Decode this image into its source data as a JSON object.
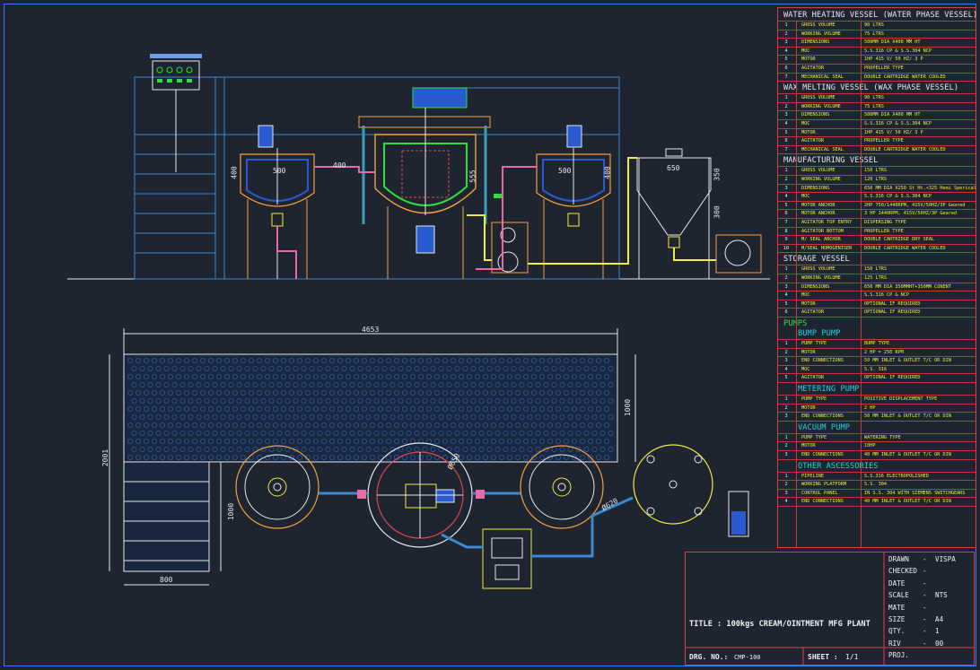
{
  "spec_tables": [
    {
      "title": "WATER HEATING VESSEL (WATER PHASE VESSEL)",
      "kind": "vessel",
      "rows": [
        [
          "1",
          "GROSS VOLUME",
          "90 LTRS"
        ],
        [
          "2",
          "WORKING VOLUME",
          "75 LTRS"
        ],
        [
          "3",
          "DIMENSIONS",
          "500MM DIA X400 MM HT"
        ],
        [
          "4",
          "MOC",
          "S.S.316 CP & S.S.304 NCP"
        ],
        [
          "5",
          "MOTOR",
          "1HP 415 V/ 50 HZ/ 3 P"
        ],
        [
          "6",
          "AGITATOR",
          "PROPELLER TYPE"
        ],
        [
          "7",
          "MECHANICAL SEAL",
          "DOUBLE CARTRIDGE WATER COOLED"
        ]
      ]
    },
    {
      "title": "WAX MELTING VESSEL (WAX PHASE VESSEL)",
      "kind": "vessel",
      "rows": [
        [
          "1",
          "GROSS VOLUME",
          "90 LTRS"
        ],
        [
          "2",
          "WORKING VOLUME",
          "75 LTRS"
        ],
        [
          "3",
          "DIMENSIONS",
          "500MM DIA X400 MM HT"
        ],
        [
          "4",
          "MOC",
          "S.S.316 CP & S.S.304 NCP"
        ],
        [
          "5",
          "MOTOR",
          "1HP 415 V/ 50 HZ/ 3 P"
        ],
        [
          "6",
          "AGITATOR",
          "PROPELLER TYPE"
        ],
        [
          "7",
          "MECHANICAL SEAL",
          "DOUBLE CARTRIDGE WATER COOLED"
        ]
      ]
    },
    {
      "title": "MANUFACTURING VESSEL",
      "kind": "vessel",
      "rows": [
        [
          "1",
          "GROSS VOLUME",
          "150 LTRS"
        ],
        [
          "2",
          "WORKING VOLUME",
          "120 LTRS"
        ],
        [
          "3",
          "DIMENSIONS",
          "650 MM DIA X250 St Ht.+325 Hemi Sperical"
        ],
        [
          "4",
          "MOC",
          "S.S.316 CP & S.S.304 NCP"
        ],
        [
          "5",
          "MOTOR ANCHOR",
          "2HP 750/1440RPM, 415V/50HZ/3P Geared"
        ],
        [
          "6",
          "MOTOR ANCHOR",
          "3 HP 1440RPM, 415V/50HZ/3P Geared"
        ],
        [
          "7",
          "AGITATOR TOP ENTRY",
          "DISPERSING TYPE"
        ],
        [
          "8",
          "AGITATOR BOTTOM",
          "PROPELLER TYPE"
        ],
        [
          "9",
          "M/ SEAL ANCHOR",
          "DOUBLE CARTRIDGE DRY SEAL"
        ],
        [
          "10",
          "M/SEAL HOMOGENISER",
          "DOUBLE CARTRIDGE WATER COOLED"
        ]
      ]
    },
    {
      "title": "STORAGE VESSEL",
      "kind": "vessel",
      "rows": [
        [
          "1",
          "GROSS VOLUME",
          "150 LTRS"
        ],
        [
          "2",
          "WORKING VOLUME",
          "125 LTRS"
        ],
        [
          "3",
          "DIMENSIONS",
          "650 MM DIA 350MMHT+350MM CONENT"
        ],
        [
          "4",
          "MOC",
          "S.S.316 CP & NCP"
        ],
        [
          "5",
          "MOTOR",
          "OPTIONAL IF REQUIRED"
        ],
        [
          "6",
          "AGITATOR",
          "OPTIONAL IF REQUIRED"
        ]
      ]
    },
    {
      "title": "PUMPS",
      "kind": "pump",
      "rows": []
    },
    {
      "title": "BUMP PUMP",
      "kind": "sub",
      "rows": [
        [
          "1",
          "PUMP TYPE",
          "BUMP TYPE"
        ],
        [
          "2",
          "MOTOR",
          "2 HP = 250 RPM"
        ],
        [
          "3",
          "END CONNECTIONS",
          "50 MM INLET & OUTLET T/C OR DIN"
        ],
        [
          "4",
          "MOC",
          "S.S. 316"
        ],
        [
          "5",
          "AGITATOR",
          "OPTIONAL IF REQUIRED"
        ]
      ]
    },
    {
      "title": "METERING PUMP",
      "kind": "sub",
      "rows": [
        [
          "1",
          "PUMP TYPE",
          "POSITIVE DISPLACEMENT TYPE"
        ],
        [
          "2",
          "MOTOR",
          "2 HP"
        ],
        [
          "3",
          "END CONNECTIONS",
          "50 MM INLET & OUTLET T/C OR DIN"
        ]
      ]
    },
    {
      "title": "VACUUM PUMP",
      "kind": "sub",
      "rows": [
        [
          "1",
          "PUMP TYPE",
          "WATERING TYPE"
        ],
        [
          "2",
          "MOTOR",
          "10HP"
        ],
        [
          "3",
          "END CONNECTIONS",
          "40 MM INLET & OUTLET T/C OR DIN"
        ]
      ]
    },
    {
      "title": "OTHER ASCESSORIES",
      "kind": "sub",
      "rows": [
        [
          "1",
          "PIPELINE",
          "S.S.316 ELECTROPOLISHED"
        ],
        [
          "2",
          "WORKING PLATFORM",
          "S.S. 304"
        ],
        [
          "3",
          "CONTROL PANEL",
          "IN S.S. 304 WITH SIEMENS SWITCHGEARS"
        ],
        [
          "4",
          "END CONNECTIONS",
          "40 MM INLET & OUTLET T/C OR DIN"
        ]
      ]
    }
  ],
  "title_block": {
    "title": "TITLE : 100kgs CREAM/OINTMENT MFG PLANT",
    "drg_no_label": "DRG. NO.:",
    "drg_no": "CMP-100",
    "sheet_label": "SHEET :",
    "sheet": "1/1",
    "fields": [
      {
        "label": "DRAWN",
        "value": "VISPA"
      },
      {
        "label": "CHECKED",
        "value": ""
      },
      {
        "label": "DATE",
        "value": ""
      },
      {
        "label": "SCALE",
        "value": "NTS"
      },
      {
        "label": "MATE",
        "value": ""
      },
      {
        "label": "SIZE",
        "value": "A4"
      },
      {
        "label": "QTY.",
        "value": "1"
      },
      {
        "label": "RIV",
        "value": "00"
      },
      {
        "label": "PROJ.",
        "value": ""
      }
    ],
    "dash": "-"
  },
  "dimensions": {
    "left_vessel_h": "400",
    "left_vessel_d": "500",
    "mfg_inlet": "400",
    "mfg_h": "555",
    "right_vessel_d": "500",
    "right_vessel_h": "400",
    "storage_d": "650",
    "storage_h1": "350",
    "storage_h2": "300",
    "plan_length": "4653",
    "plan_depth": "1000",
    "plan_overall": "2001",
    "stair_h": "1000",
    "stair_w": "800",
    "dia_a": "Ø650",
    "dia_b": "Ø620"
  },
  "colors": {
    "background": "#1e2430",
    "frame": "#d84040",
    "table_text": "#f2ec3a",
    "equipment": "#f5a13a",
    "pipe": "#5ab0e0",
    "outline": "#e8e8e8"
  }
}
